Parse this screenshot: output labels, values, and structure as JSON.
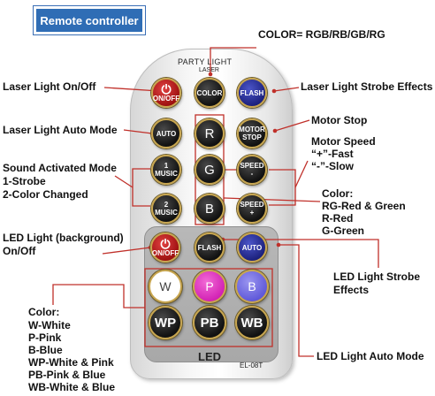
{
  "header": {
    "title": "Remote controller"
  },
  "remote": {
    "brand_line1": "PARTY LIGHT",
    "brand_line2": "LASER",
    "model": "EL-08T",
    "led_label": "LED"
  },
  "buttons": {
    "on_off": "ON/OFF",
    "color": "COLOR",
    "flash": "FLASH",
    "auto": "AUTO",
    "r": "R",
    "motor_stop_1": "MOTOR",
    "motor_stop_2": "STOP",
    "music1_num": "1",
    "music1_label": "MUSIC",
    "g": "G",
    "speed_minus": "SPEED -",
    "music2_num": "2",
    "music2_label": "MUSIC",
    "b": "B",
    "speed_plus": "SPEED +",
    "led_on_off": "ON/OFF",
    "led_flash": "FLASH",
    "led_auto": "AUTO",
    "w": "W",
    "p": "P",
    "bb": "B",
    "wp": "WP",
    "pb": "PB",
    "wb": "WB"
  },
  "annotations": {
    "color_def": "COLOR= RGB/RB/GB/RG",
    "laser_on_off": "Laser Light On/Off",
    "laser_strobe": "Laser Light Strobe Effects",
    "laser_auto": "Laser Light Auto Mode",
    "motor_stop": "Motor Stop",
    "motor_speed": "Motor Speed",
    "speed_fast": "“+”-Fast",
    "speed_slow": "“-”-Slow",
    "sound_mode": "Sound Activated Mode",
    "sound_1": "1-Strobe",
    "sound_2": "2-Color Changed",
    "color_title": "Color:",
    "color_rg": "RG-Red & Green",
    "color_r": "R-Red",
    "color_g": "G-Green",
    "led_bg_1": "LED Light (background)",
    "led_bg_2": "On/Off",
    "led_strobe_1": "LED Light Strobe",
    "led_strobe_2": "Effects",
    "led_auto": "LED Light Auto Mode",
    "colors_title": "Color:",
    "c_w": "W-White",
    "c_p": "P-Pink",
    "c_b": "B-Blue",
    "c_wp": "WP-White & Pink",
    "c_pb": "PB-Pink & Blue",
    "c_wb": "WB-White & Blue"
  },
  "colors": {
    "accent_blue": "#2f6db5",
    "line_red": "#c0302a",
    "button_gold": "#c8a650"
  }
}
